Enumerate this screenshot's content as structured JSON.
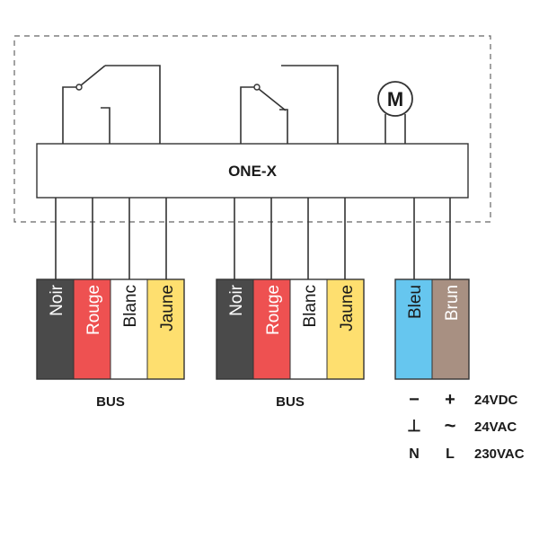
{
  "module": {
    "title": "ONE-X",
    "motor_symbol": "M"
  },
  "bus_groups": [
    {
      "label": "BUS",
      "wires": [
        {
          "name": "Noir",
          "color": "#4a4a4a",
          "text_color": "#ffffff"
        },
        {
          "name": "Rouge",
          "color": "#ee5151",
          "text_color": "#ffffff"
        },
        {
          "name": "Blanc",
          "color": "#ffffff",
          "text_color": "#1a1a1a"
        },
        {
          "name": "Jaune",
          "color": "#fedf6f",
          "text_color": "#1a1a1a"
        }
      ]
    },
    {
      "label": "BUS",
      "wires": [
        {
          "name": "Noir",
          "color": "#4a4a4a",
          "text_color": "#ffffff"
        },
        {
          "name": "Rouge",
          "color": "#ee5151",
          "text_color": "#ffffff"
        },
        {
          "name": "Blanc",
          "color": "#ffffff",
          "text_color": "#1a1a1a"
        },
        {
          "name": "Jaune",
          "color": "#fedf6f",
          "text_color": "#1a1a1a"
        }
      ]
    }
  ],
  "power_wires": [
    {
      "name": "Bleu",
      "color": "#66c6ef",
      "text_color": "#1a1a1a"
    },
    {
      "name": "Brun",
      "color": "#a89082",
      "text_color": "#ffffff"
    }
  ],
  "power_table": [
    {
      "left": "−",
      "right": "+",
      "label": "24VDC"
    },
    {
      "left": "⊥",
      "right": "~",
      "label": "24VAC"
    },
    {
      "left": "N",
      "right": "L",
      "label": "230VAC"
    }
  ]
}
